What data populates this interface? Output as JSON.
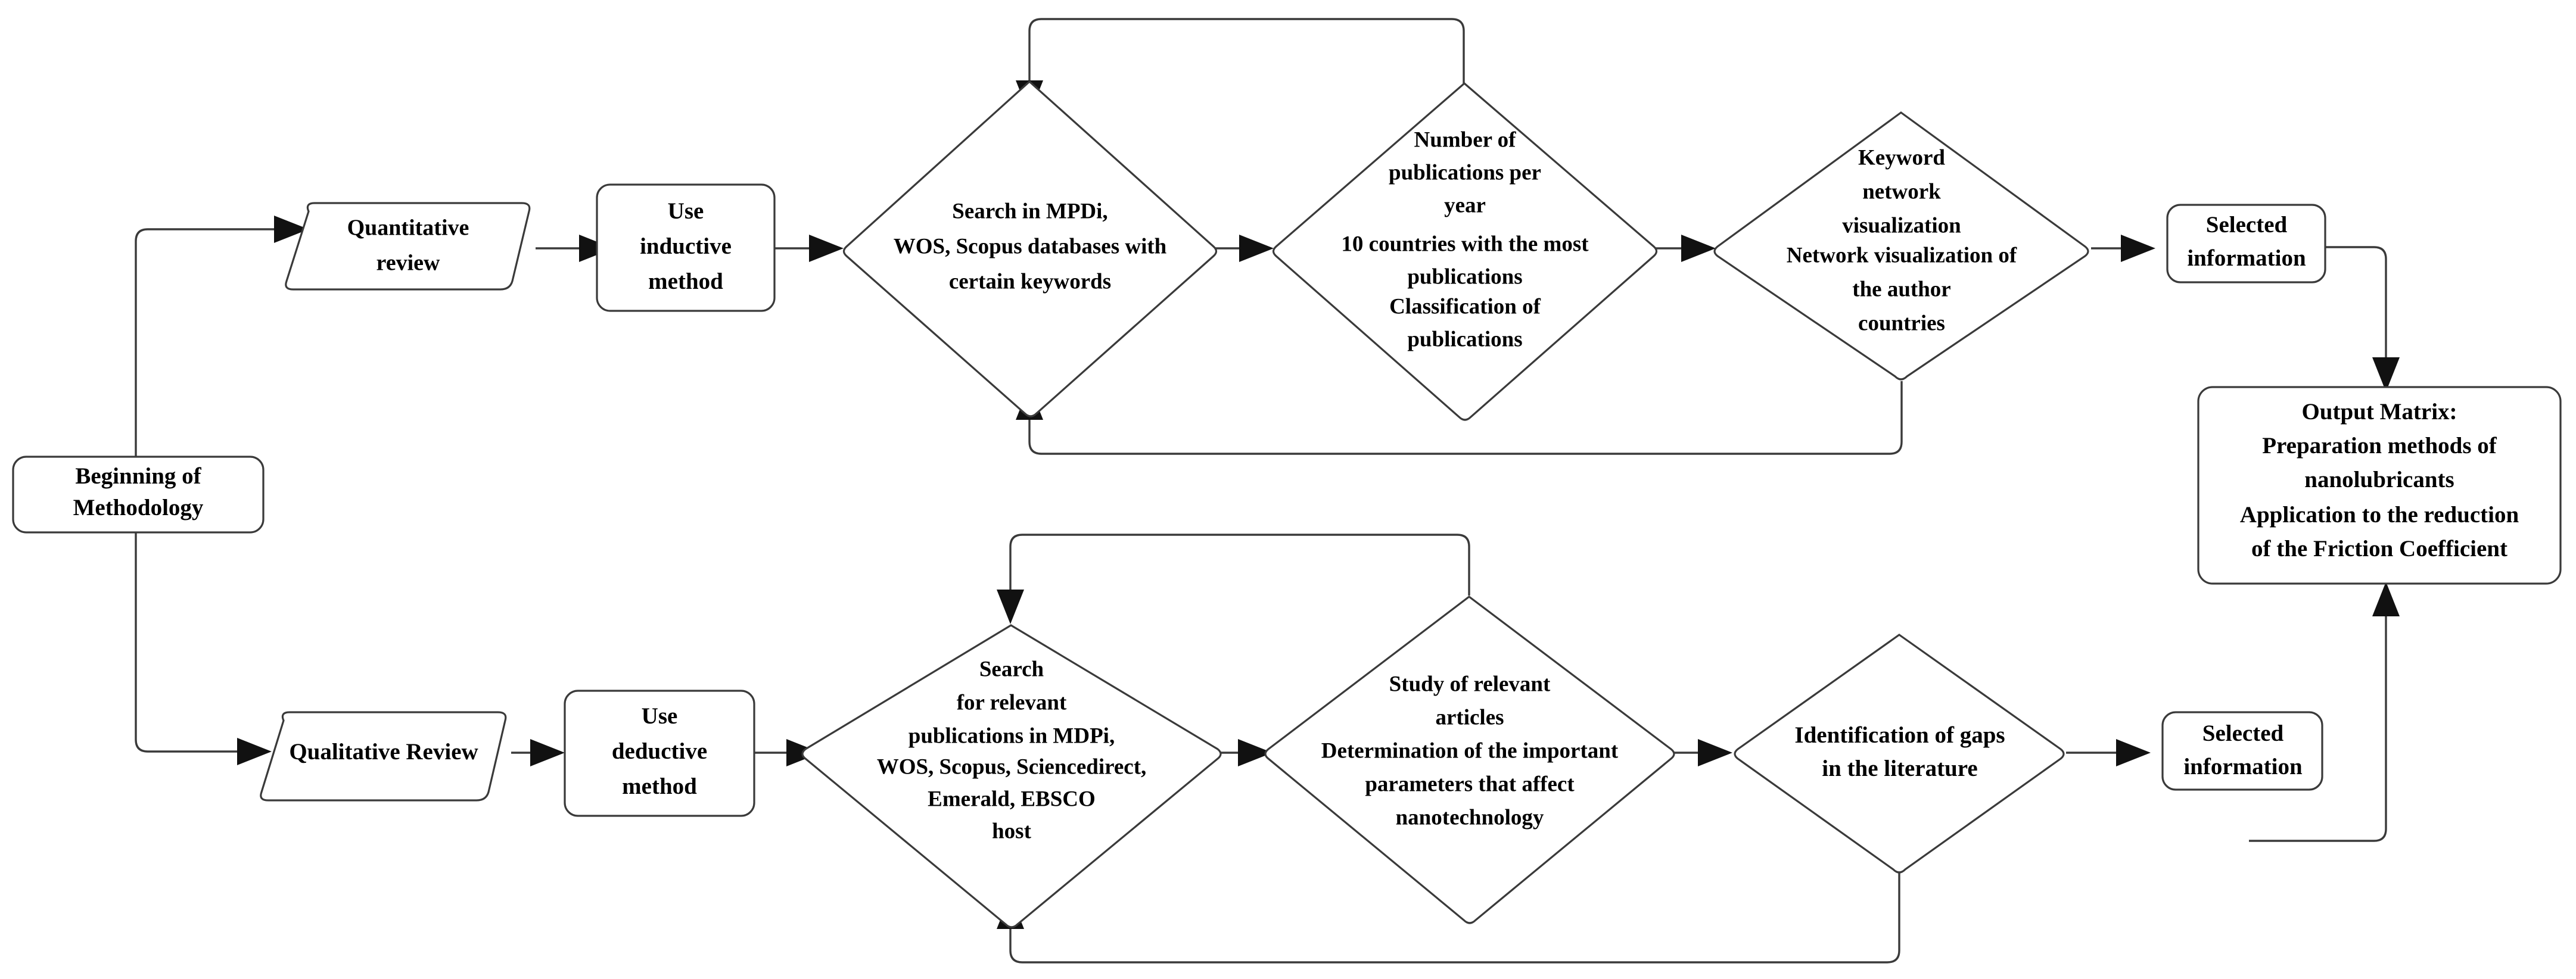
{
  "diagram": {
    "title": "Research Methodology Flowchart",
    "type": "flowchart",
    "colors": {
      "stroke": "#3a3a3a",
      "arrow": "#111111",
      "fill": "#ffffff",
      "text": "#000000"
    },
    "nodes": {
      "start": {
        "shape": "rounded-rectangle",
        "lines": [
          "Beginning of",
          "Methodology"
        ]
      },
      "quantitative_review": {
        "shape": "parallelogram",
        "lines": [
          "Quantitative",
          "review"
        ]
      },
      "use_inductive_method": {
        "shape": "rounded-rectangle",
        "lines": [
          "Use",
          "inductive",
          "method"
        ]
      },
      "search_databases_quant": {
        "shape": "diamond",
        "lines": [
          "Search in MPDi,",
          "WOS, Scopus databases with",
          "certain keywords"
        ]
      },
      "publication_stats": {
        "shape": "diamond",
        "lines": [
          "Number of",
          "publications per",
          "year",
          "10 countries with the most",
          "publications",
          "Classification of",
          "publications"
        ]
      },
      "keyword_network": {
        "shape": "diamond",
        "lines": [
          "Keyword",
          "network",
          "visualization",
          "Network visualization of",
          "the author",
          "countries"
        ]
      },
      "selected_information_top": {
        "shape": "rounded-rectangle",
        "lines": [
          "Selected",
          "information"
        ]
      },
      "qualitative_review": {
        "shape": "parallelogram",
        "lines": [
          "Qualitative Review"
        ]
      },
      "use_deductive_method": {
        "shape": "rounded-rectangle",
        "lines": [
          "Use",
          "deductive",
          "method"
        ]
      },
      "search_databases_qual": {
        "shape": "diamond",
        "lines": [
          "Search",
          "for relevant",
          "publications in MDPi,",
          "WOS, Scopus, Sciencedirect,",
          "Emerald, EBSCO",
          "host"
        ]
      },
      "study_relevant_articles": {
        "shape": "diamond",
        "lines": [
          "Study of relevant",
          "articles",
          "Determination of the important",
          "parameters that affect",
          "nanotechnology"
        ]
      },
      "identification_of_gaps": {
        "shape": "diamond",
        "lines": [
          "Identification of gaps",
          "in the literature"
        ]
      },
      "selected_information_bottom": {
        "shape": "rounded-rectangle",
        "lines": [
          "Selected",
          "information"
        ]
      },
      "output_matrix": {
        "shape": "rounded-rectangle",
        "lines": [
          "Output Matrix:",
          "Preparation methods of",
          "nanolubricants",
          "Application to the reduction",
          "of the Friction Coefficient"
        ]
      }
    },
    "edges": [
      {
        "from": "start",
        "to": "quantitative_review",
        "style": "orthogonal-up"
      },
      {
        "from": "quantitative_review",
        "to": "use_inductive_method",
        "style": "straight"
      },
      {
        "from": "use_inductive_method",
        "to": "search_databases_quant",
        "style": "straight"
      },
      {
        "from": "search_databases_quant",
        "to": "publication_stats",
        "style": "straight"
      },
      {
        "from": "publication_stats",
        "to": "keyword_network",
        "style": "straight"
      },
      {
        "from": "keyword_network",
        "to": "selected_information_top",
        "style": "straight"
      },
      {
        "from": "selected_information_top",
        "to": "output_matrix",
        "style": "orthogonal-down"
      },
      {
        "from": "publication_stats",
        "to": "search_databases_quant",
        "style": "feedback-over-top"
      },
      {
        "from": "keyword_network",
        "to": "search_databases_quant",
        "style": "feedback-under-bottom"
      },
      {
        "from": "start",
        "to": "qualitative_review",
        "style": "orthogonal-down"
      },
      {
        "from": "qualitative_review",
        "to": "use_deductive_method",
        "style": "straight"
      },
      {
        "from": "use_deductive_method",
        "to": "search_databases_qual",
        "style": "straight"
      },
      {
        "from": "search_databases_qual",
        "to": "study_relevant_articles",
        "style": "straight"
      },
      {
        "from": "study_relevant_articles",
        "to": "identification_of_gaps",
        "style": "straight"
      },
      {
        "from": "identification_of_gaps",
        "to": "selected_information_bottom",
        "style": "straight"
      },
      {
        "from": "selected_information_bottom",
        "to": "output_matrix",
        "style": "orthogonal-up"
      },
      {
        "from": "study_relevant_articles",
        "to": "search_databases_qual",
        "style": "feedback-over-top"
      },
      {
        "from": "identification_of_gaps",
        "to": "search_databases_qual",
        "style": "feedback-under-bottom"
      }
    ]
  }
}
